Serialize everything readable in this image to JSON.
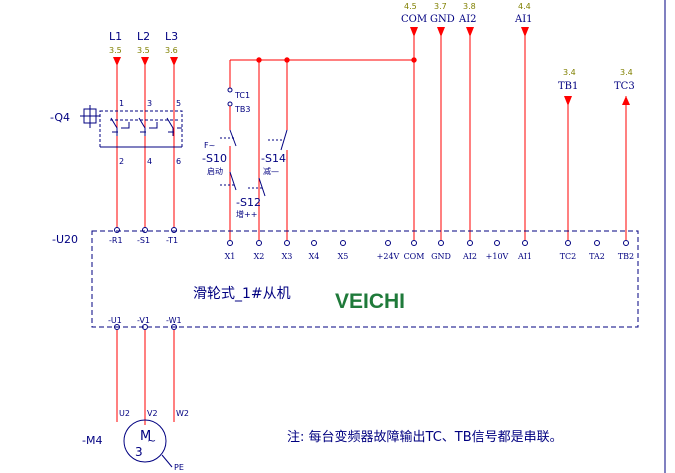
{
  "supply": {
    "phases": [
      {
        "label": "L1",
        "ref": "3.5",
        "pin_top": "1",
        "pin_bottom": "2"
      },
      {
        "label": "L2",
        "ref": "3.5",
        "pin_top": "3",
        "pin_bottom": "4"
      },
      {
        "label": "L3",
        "ref": "3.6",
        "pin_top": "5",
        "pin_bottom": "6"
      }
    ],
    "breaker": "-Q4"
  },
  "top_signals": [
    {
      "label": "COM",
      "ref": "4.5"
    },
    {
      "label": "GND",
      "ref": "3.7"
    },
    {
      "label": "AI2",
      "ref": "3.8"
    },
    {
      "label": "AI1",
      "ref": "4.4"
    }
  ],
  "right_signals": [
    {
      "label": "TB1",
      "ref": "3.4"
    },
    {
      "label": "TC3",
      "ref": "3.4"
    }
  ],
  "contacts": {
    "tc1": "TC1",
    "tb3": "TB3",
    "s10": "-S10",
    "s10_sub": "启动",
    "s10_mark": "F~",
    "s12": "-S12",
    "s12_sub": "增++",
    "s14": "-S14",
    "s14_sub": "减—"
  },
  "inverter": {
    "tag": "-U20",
    "name": "滑轮式_1#从机",
    "brand": "VEICHI",
    "input_terminals": [
      "-R1",
      "-S1",
      "-T1"
    ],
    "control_terminals": [
      "X1",
      "X2",
      "X3",
      "X4",
      "X5",
      "+24V",
      "COM",
      "GND",
      "AI2",
      "+10V",
      "AI1",
      "TC2",
      "TA2",
      "TB2"
    ],
    "output_terminals": [
      "-U1",
      "-V1",
      "-W1"
    ]
  },
  "motor": {
    "tag": "-M4",
    "symbol": "M",
    "phases": "3",
    "tilde": "~",
    "pins": [
      "U2",
      "V2",
      "W2"
    ],
    "pe": "PE"
  },
  "note": "注:   每台变频器故障输出TC、TB信号都是串联。",
  "colors": {
    "wire": "#ff0000",
    "device": "#000080",
    "ref": "#808000"
  }
}
